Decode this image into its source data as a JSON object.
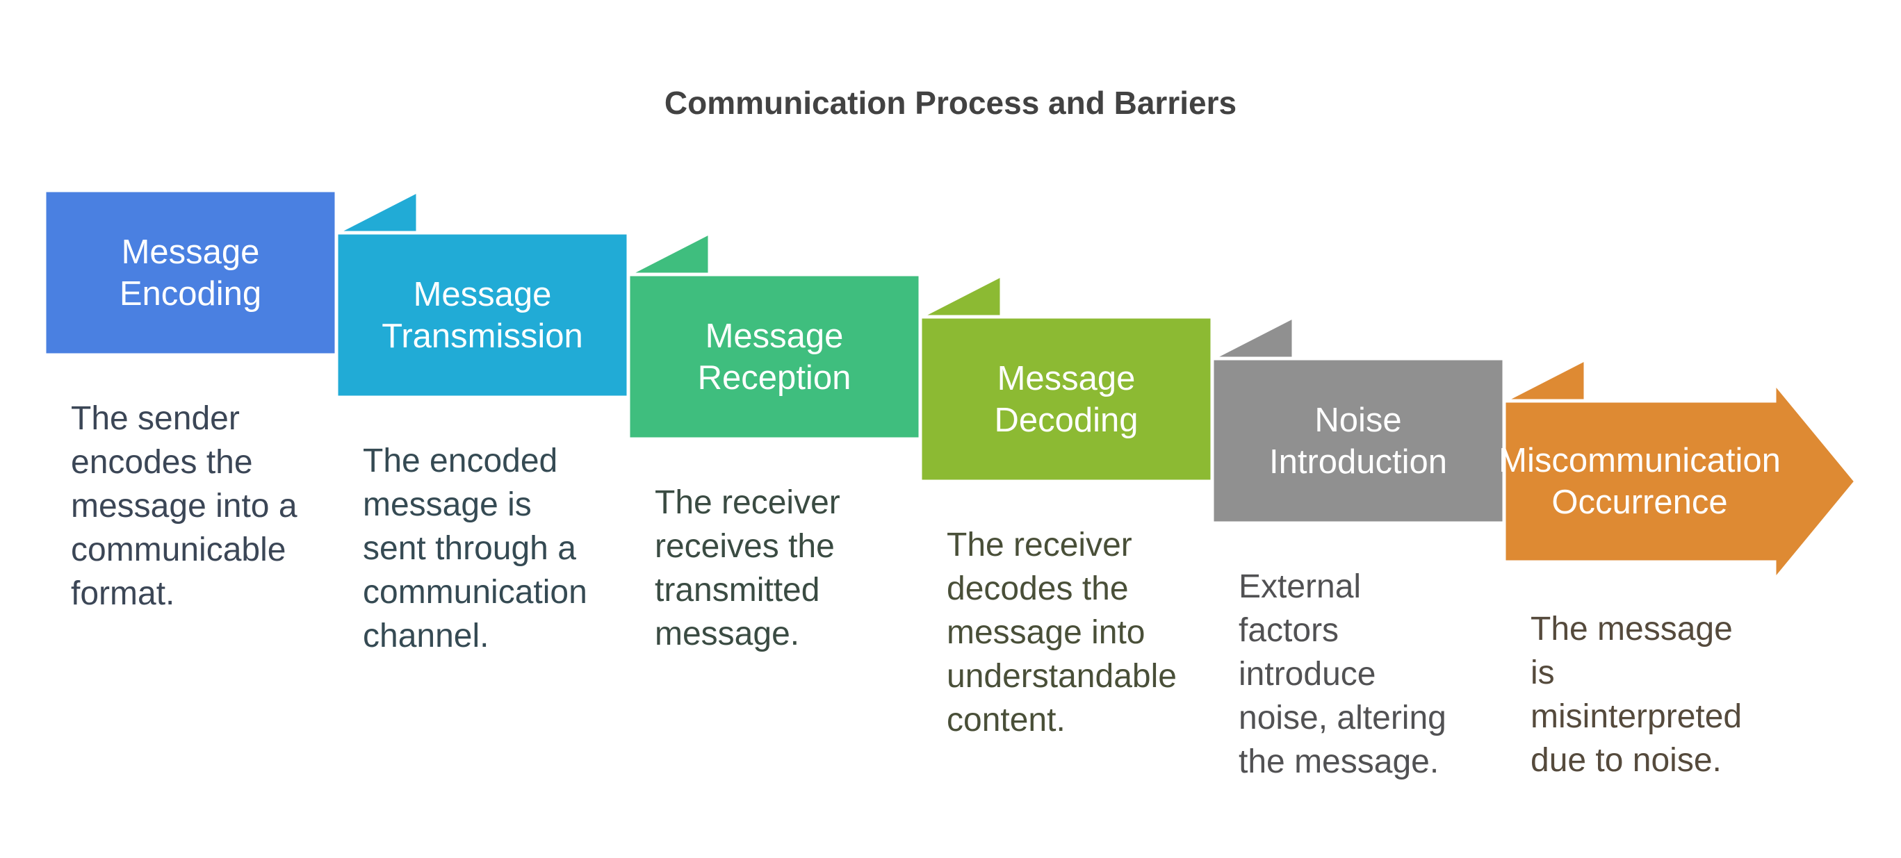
{
  "title": "Communication Process and Barriers",
  "title_color": "#424242",
  "background": "#ffffff",
  "stroke_color": "#ffffff",
  "steps": [
    {
      "title": "Message\nEncoding",
      "description": "The sender\nencodes the\nmessage into a\ncommunicable\nformat.",
      "color": "#4a80e1",
      "text_color": "#3b4656"
    },
    {
      "title": "Message\nTransmission",
      "description": "The encoded\nmessage is\nsent through a\ncommunication\nchannel.",
      "color": "#21abd6",
      "text_color": "#354a53"
    },
    {
      "title": "Message\nReception",
      "description": "The receiver\nreceives the\ntransmitted\nmessage.",
      "color": "#3fbe7e",
      "text_color": "#3a4b42"
    },
    {
      "title": "Message\nDecoding",
      "description": "The receiver\ndecodes the\nmessage into\nunderstandable\ncontent.",
      "color": "#8cba33",
      "text_color": "#494f38"
    },
    {
      "title": "Noise\nIntroduction",
      "description": "External\nfactors\nintroduce\nnoise, altering\nthe message.",
      "color": "#909090",
      "text_color": "#515153"
    },
    {
      "title": "Miscommunication\nOccurrence",
      "description": "The message\nis\nmisinterpreted\ndue to noise.",
      "color": "#de8a33",
      "text_color": "#554a3c"
    }
  ]
}
